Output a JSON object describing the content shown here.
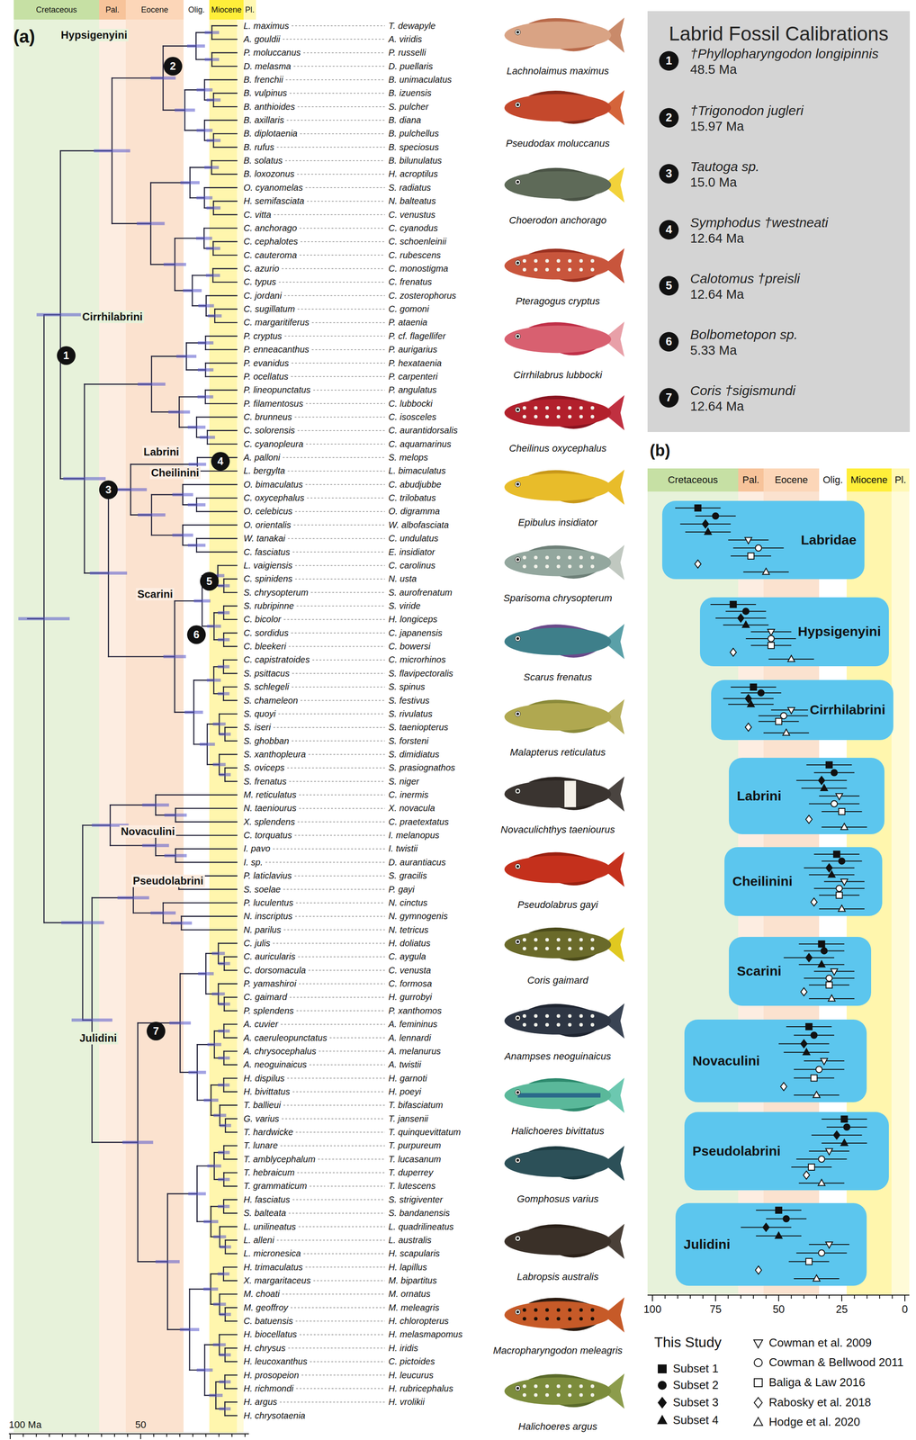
{
  "diagram": {
    "nodes": [
      {
        "text": [
          "Cretaceous"
        ]
      },
      {
        "text": [
          "Pal."
        ]
      },
      {
        "text": [
          "Eocene"
        ]
      },
      {
        "text": [
          "Olig."
        ]
      },
      {
        "text": [
          "Miocene"
        ]
      },
      {
        "text": [
          "Pl."
        ]
      },
      {
        "text": [
          "1"
        ]
      },
      {
        "text": [
          "2"
        ]
      },
      {
        "text": [
          "3"
        ]
      },
      {
        "text": [
          "4"
        ]
      },
      {
        "text": [
          "5"
        ]
      },
      {
        "text": [
          "6"
        ]
      },
      {
        "text": [
          "7"
        ]
      },
      {
        "text": [
          "Labrid Fossil Calibrations"
        ]
      },
      {
        "text": [
          "1"
        ],
        "in": 13
      },
      {
        "text": [
          "2"
        ],
        "in": 13
      },
      {
        "text": [
          "3"
        ],
        "in": 13
      },
      {
        "text": [
          "4"
        ],
        "in": 13
      },
      {
        "text": [
          "5"
        ],
        "in": 13
      },
      {
        "text": [
          "6"
        ],
        "in": 13
      },
      {
        "text": [
          "7"
        ],
        "in": 13
      },
      {
        "text": [
          "Cretaceous"
        ]
      },
      {
        "text": [
          "Pal."
        ]
      },
      {
        "text": [
          "Eocene"
        ]
      },
      {
        "text": [
          "Olig."
        ]
      },
      {
        "text": [
          "Miocene"
        ]
      },
      {
        "text": [
          "Pl."
        ]
      },
      {
        "text": [
          "Labridae"
        ]
      },
      {
        "text": [
          "Hypsigenyini"
        ]
      },
      {
        "text": [
          "Cirrhilabrini"
        ]
      },
      {
        "text": [
          "Labrini"
        ]
      },
      {
        "text": [
          "Cheilinini"
        ]
      },
      {
        "text": [
          "Scarini"
        ]
      },
      {
        "text": [
          "Novaculini"
        ]
      },
      {
        "text": [
          "Pseudolabrini"
        ]
      },
      {
        "text": [
          "Julidini"
        ]
      }
    ],
    "labels": [
      "(a)",
      "Hypsigenyini",
      "Cirrhilabrini",
      "Labrini",
      "Cheilinini",
      "Scarini",
      "Novaculini",
      "Pseudolabrini",
      "Julidini",
      "L. maximus",
      "T. dewapyle",
      "A. gouldii",
      "A. viridis",
      "P. moluccanus",
      "P. russelli",
      "D. melasma",
      "D. puellaris",
      "B. frenchii",
      "B. unimaculatus",
      "B. vulpinus",
      "B. izuensis",
      "B. anthioides",
      "S. pulcher",
      "B. axillaris",
      "B. diana",
      "B. diplotaenia",
      "B. pulchellus",
      "B. rufus",
      "B. speciosus",
      "B. solatus",
      "B. bilunulatus",
      "B. loxozonus",
      "H. acroptilus",
      "O. cyanomelas",
      "S. radiatus",
      "H. semifasciata",
      "N. balteatus",
      "C. vitta",
      "C. venustus",
      "C. anchorago",
      "C. cyanodus",
      "C. cephalotes",
      "C. schoenleinii",
      "C. cauteroma",
      "C. rubescens",
      "C. azurio",
      "C. monostigma",
      "C. typus",
      "C. frenatus",
      "C. jordani",
      "C. zosterophorus",
      "C. sugillatum",
      "C. gomoni",
      "C. margaritiferus",
      "P. ataenia",
      "P. cryptus",
      "P. cf. flagellifer",
      "P. enneacanthus",
      "P. aurigarius",
      "P. evanidus",
      "P. hexataenia",
      "P. ocellatus",
      "P. carpenteri",
      "P. lineopunctatus",
      "P. angulatus",
      "P. filamentosus",
      "C. lubbocki",
      "C. brunneus",
      "C. isosceles",
      "C. solorensis",
      "C. aurantidorsalis",
      "C. cyanopleura",
      "C. aquamarinus",
      "A. palloni",
      "S. melops",
      "L. bergylta",
      "L. bimaculatus",
      "O. bimaculatus",
      "C. abudjubbe",
      "C. oxycephalus",
      "C. trilobatus",
      "O. celebicus",
      "O. digramma",
      "O. orientalis",
      "W. albofasciata",
      "W. tanakai",
      "C. undulatus",
      "C. fasciatus",
      "E. insidiator",
      "L. vaigiensis",
      "C. carolinus",
      "C. spinidens",
      "N. usta",
      "S. chrysopterum",
      "S. aurofrenatum",
      "S. rubripinne",
      "S. viride",
      "C. bicolor",
      "H. longiceps",
      "C. sordidus",
      "C. japanensis",
      "C. bleekeri",
      "C. bowersi",
      "C. capistratoides",
      "C. microrhinos",
      "S. psittacus",
      "S. flavipectoralis",
      "S. schlegeli",
      "S. spinus",
      "S. chameleon",
      "S. festivus",
      "S. quoyi",
      "S. rivulatus",
      "S. iseri",
      "S. taeniopterus",
      "S. ghobban",
      "S. forsteni",
      "S. xanthopleura",
      "S. dimidiatus",
      "S. oviceps",
      "S. prasiognathos",
      "S. frenatus",
      "S. niger",
      "M. reticulatus",
      "C. inermis",
      "N. taeniourus",
      "X. novacula",
      "X. splendens",
      "C. praetextatus",
      "C. torquatus",
      "I. melanopus",
      "I. pavo",
      "I. twistii",
      "I. sp.",
      "D. aurantiacus",
      "P. laticlavius",
      "S. gracilis",
      "S. soelae",
      "P. gayi",
      "P. luculentus",
      "N. cinctus",
      "N. inscriptus",
      "N. gymnogenis",
      "N. parilus",
      "N. tetricus",
      "C. julis",
      "H. doliatus",
      "C. auricularis",
      "C. aygula",
      "C. dorsomacula",
      "C. venusta",
      "P. yamashiroi",
      "C. formosa",
      "C. gaimard",
      "H. gurrobyi",
      "P. splendens",
      "P. xanthomos",
      "A. cuvier",
      "A. femininus",
      "A. caeruleopunctatus",
      "A. lennardi",
      "A. chrysocephalus",
      "A. melanurus",
      "A. neoguinaicus",
      "A. twistii",
      "H. dispilus",
      "H. garnoti",
      "H. bivittatus",
      "H. poeyi",
      "T. ballieui",
      "T. bifasciatum",
      "G. varius",
      "T. jansenii",
      "T. hardwicke",
      "T. quinquevittatum",
      "T. lunare",
      "T. purpureum",
      "T. amblycephalum",
      "T. lucasanum",
      "T. hebraicum",
      "T. duperrey",
      "T. grammaticum",
      "T. lutescens",
      "H. fasciatus",
      "S. strigiventer",
      "S. balteata",
      "S. bandanensis",
      "L. unilineatus",
      "L. quadrilineatus",
      "L. alleni",
      "L. australis",
      "L. micronesica",
      "H. scapularis",
      "H. trimaculatus",
      "H. lapillus",
      "X. margaritaceus",
      "M. bipartitus",
      "M. choati",
      "M. ornatus",
      "M. geoffroy",
      "M. meleagris",
      "C. batuensis",
      "H. chloropterus",
      "H. biocellatus",
      "H. melasmapomus",
      "H. chrysus",
      "H. iridis",
      "H. leucoxanthus",
      "C. pictoides",
      "H. prosopeion",
      "H. leucurus",
      "H. richmondi",
      "H. rubricephalus",
      "H. argus",
      "H. vrolikii",
      "H. chrysotaenia",
      "100 Ma",
      "50",
      "Lachnolaimus maximus",
      "Pseudodax moluccanus",
      "Choerodon anchorago",
      "Pteragogus cryptus",
      "Cirrhilabrus lubbocki",
      "Cheilinus oxycephalus",
      "Epibulus insidiator",
      "Sparisoma chrysopterum",
      "Scarus frenatus",
      "Malapterus reticulatus",
      "Novaculichthys taeniourus",
      "Pseudolabrus gayi",
      "Coris gaimard",
      "Anampses neoguinaicus",
      "Halichoeres bivittatus",
      "Gomphosus varius",
      "Labropsis australis",
      "Macropharyngodon meleagris",
      "Halichoeres argus",
      "†Phyllopharyngodon longipinnis",
      "48.5 Ma",
      "†Trigonodon jugleri",
      "15.97 Ma",
      "Tautoga sp.",
      "15.0 Ma",
      "Symphodus †westneati",
      "12.64 Ma",
      "Calotomus †preisli",
      "12.64 Ma",
      "Bolbometopon sp.",
      "5.33 Ma",
      "Coris †sigismundi",
      "12.64 Ma",
      "(b)",
      "100",
      "75",
      "50",
      "25",
      "0",
      "This Study"
    ],
    "legend": [
      {
        "text": "Subset 1"
      },
      {
        "text": "Subset 2"
      },
      {
        "text": "Subset 3"
      },
      {
        "text": "Subset 4"
      },
      {
        "text": "Cowman et al. 2009"
      },
      {
        "text": "Cowman & Bellwood 2011"
      },
      {
        "text": "Baliga & Law 2016"
      },
      {
        "text": "Rabosky et al. 2018"
      },
      {
        "text": "Hodge et al. 2020"
      }
    ]
  }
}
